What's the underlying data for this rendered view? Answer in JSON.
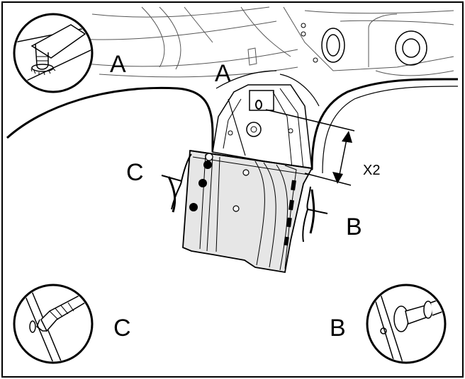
{
  "callouts": {
    "a_top": "A",
    "a_main": "A",
    "b_main": "B",
    "c_main": "C",
    "b_bottom": "B",
    "c_bottom": "C"
  },
  "dimension": {
    "label": "X2"
  }
}
